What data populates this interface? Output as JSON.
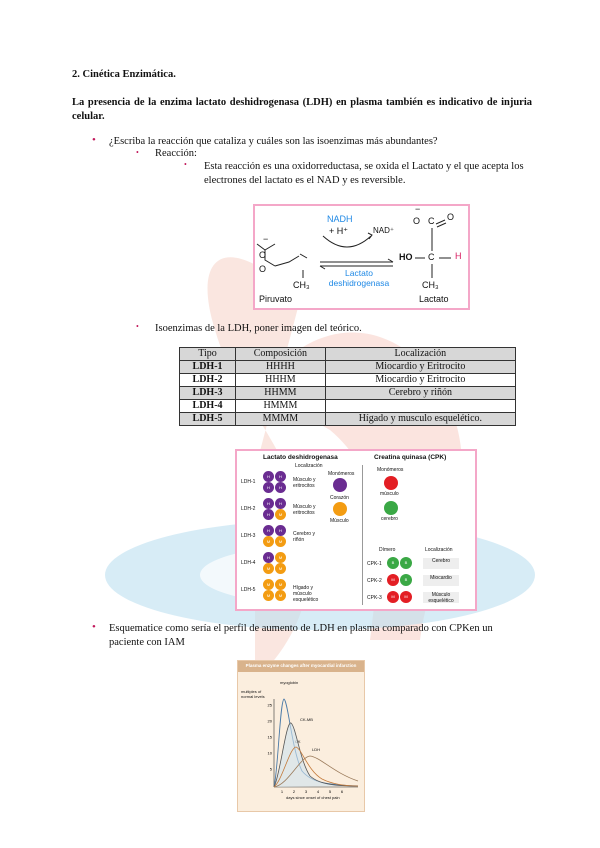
{
  "section_title": "2. Cinética Enzimática.",
  "intro": "La presencia de la enzima lactato deshidrogenasa (LDH) en plasma también es indicativo de injuria celular.",
  "q1": "¿Escriba la reacción que cataliza y cuáles son las isoenzimas más abundantes?",
  "reaccion_label": "Reacción:",
  "reaccion_text": "Esta reacción es una oxidorreductasa, se oxida el Lactato y el que acepta los electrones del lactato es el NAD y es reversible.",
  "reaction_fig": {
    "nadh": "NADH",
    "h_plus": "+ H⁺",
    "nad_plus": "NAD⁺",
    "enzyme": "Lactato deshidrogenasa",
    "left_label": "Piruvato",
    "right_label": "Lactato",
    "ch3": "CH₃",
    "ho": "HO",
    "c": "C",
    "h": "H",
    "o": "O",
    "minus": "−"
  },
  "q2": "Isoenzimas de la LDH, poner imagen del teórico.",
  "table": {
    "headers": [
      "Tipo",
      "Composición",
      "Localización"
    ],
    "rows": [
      [
        "LDH-1",
        "HHHH",
        "Miocardio y Eritrocito"
      ],
      [
        "LDH-2",
        "HHHM",
        "Miocardio y Eritrocito"
      ],
      [
        "LDH-3",
        "HHMM",
        "Cerebro y riñón"
      ],
      [
        "LDH-4",
        "HMMM",
        ""
      ],
      [
        "LDH-5",
        "MMMM",
        "Hígado y musculo esquelético."
      ]
    ]
  },
  "iso_fig": {
    "ldh_title": "Lactato deshidrogenasa",
    "cpk_title": "Creatina quinasa (CPK)",
    "localizacion": "Localización",
    "monomeros": "Monómeros",
    "corazon": "Corazón",
    "musculo": "Músculo",
    "m_musculo": "músculo",
    "b_cerebro": "cerebro",
    "dimero": "Dímero",
    "ldh_rows": [
      {
        "label": "LDH-1",
        "loc": "Músculo y eritrocitos"
      },
      {
        "label": "LDH-2",
        "loc": "Músculo y eritrocitos"
      },
      {
        "label": "LDH-3",
        "loc": "Cerebro y riñón"
      },
      {
        "label": "LDH-4",
        "loc": ""
      },
      {
        "label": "LDH-5",
        "loc": "Hígado y músculo esquelético"
      }
    ],
    "cpk_rows": [
      {
        "label": "CPK-1",
        "loc": "Cerebro"
      },
      {
        "label": "CPK-2",
        "loc": "Miocardio"
      },
      {
        "label": "CPK-3",
        "loc": "Músculo esquelético"
      }
    ],
    "colors": {
      "H": "#6a2c91",
      "M": "#f39c12",
      "CPK_M": "#e31e24",
      "CPK_B": "#3aa845"
    }
  },
  "q3": "Esquematice como sería el perfil de aumento de LDH en plasma comparado con CPKen un paciente con IAM",
  "plasma_fig": {
    "title": "Plasma enzyme changes after myocardial infarction",
    "ylabel": "multiples of normal levels",
    "xlabel": "days since onset of chest pain",
    "myoglobin": "myoglobin",
    "ckmb": "CK-MB",
    "ck": "CK",
    "ldh": "LDH",
    "yticks": [
      "25",
      "20",
      "15",
      "10",
      "5"
    ],
    "xticks": [
      "1",
      "2",
      "3",
      "4",
      "5",
      "6"
    ]
  },
  "colors": {
    "bullet": "#c2185b",
    "frame": "#f4a7c8",
    "nadh": "#1e88e5",
    "h_magenta": "#d81b60"
  }
}
